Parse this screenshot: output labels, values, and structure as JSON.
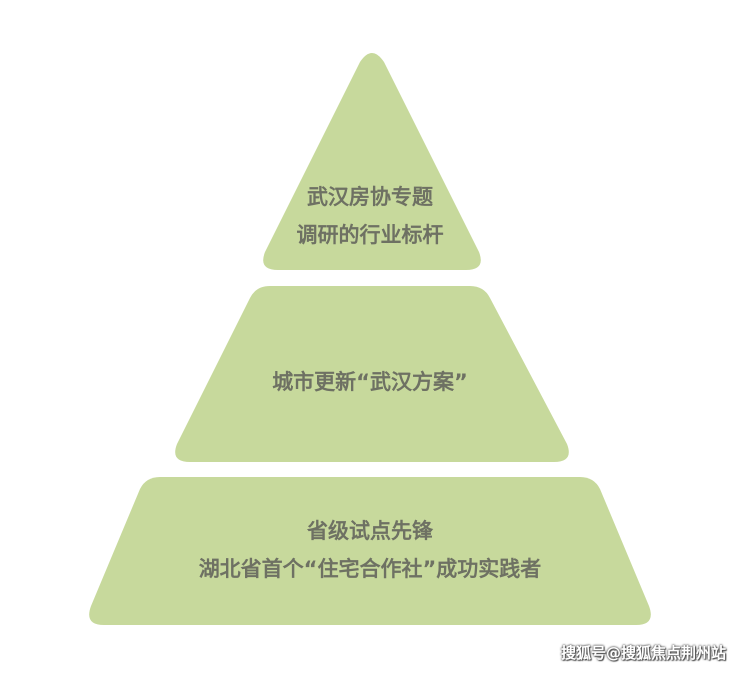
{
  "diagram": {
    "fill_color": "#c7d99c",
    "text_color": "#6e7163",
    "tiers": [
      {
        "lines": [
          "武汉房协专题",
          "调研的行业标杆"
        ]
      },
      {
        "lines": [
          "城市更新“武汉方案”"
        ]
      },
      {
        "lines": [
          "省级试点先锋",
          "湖北省首个“住宅合作社”成功实践者"
        ]
      }
    ]
  },
  "watermark": {
    "text": "搜狐号@搜狐焦点荆州站"
  }
}
